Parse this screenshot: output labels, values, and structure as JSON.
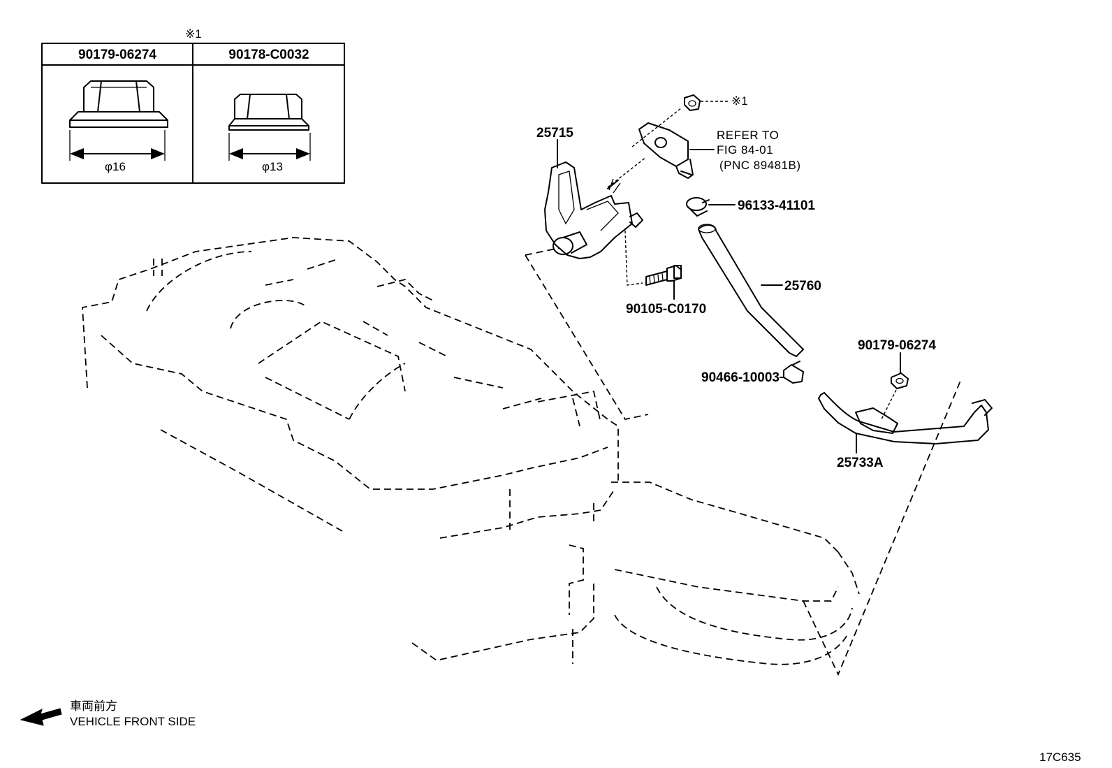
{
  "note_table": {
    "mark": "※1",
    "columns": [
      {
        "part_no": "90179-06274",
        "dimension": "φ16"
      },
      {
        "part_no": "90178-C0032",
        "dimension": "φ13"
      }
    ]
  },
  "parts": {
    "p25715": "25715",
    "p25760": "25760",
    "p25733a": "25733A",
    "p96133": "96133-41101",
    "p90105": "90105-C0170",
    "p90466": "90466-10003",
    "p90179": "90179-06274",
    "mark_ref": "※1"
  },
  "reference": {
    "line1": "REFER TO",
    "line2": "FIG 84-01",
    "line3": "(PNC 89481B)"
  },
  "direction": {
    "jp": "車両前方",
    "en": "VEHICLE FRONT SIDE"
  },
  "figure_id": "17C635"
}
